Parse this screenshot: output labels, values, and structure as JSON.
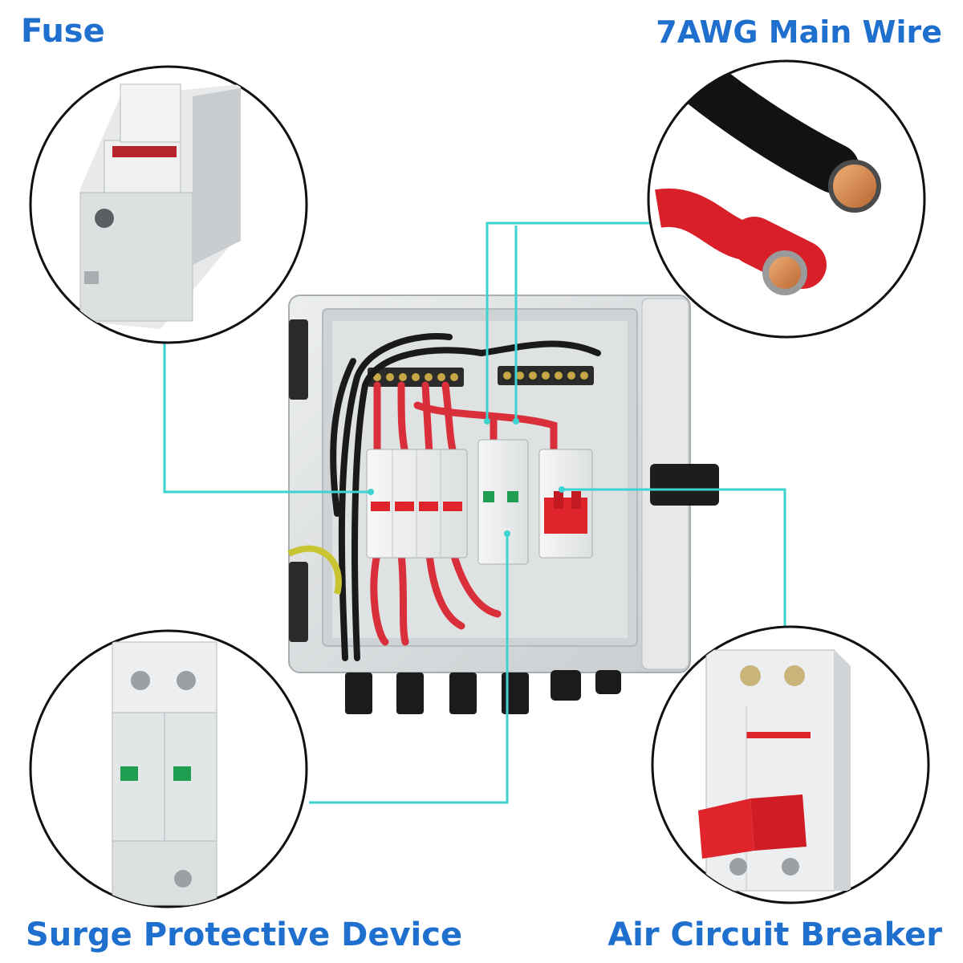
{
  "labels": {
    "fuse": "Fuse",
    "main_wire": "7AWG Main Wire",
    "surge": "Surge Protective Device",
    "breaker": "Air Circuit Breaker"
  },
  "colors": {
    "label_blue": "#1f6fcf",
    "callout_line": "#3dd3d0",
    "breaker_red": "#e0242c",
    "enclosure_grey": "#d9dcdd"
  },
  "icons": [
    "fuse-holder-icon",
    "wire-end-icon",
    "surge-protector-icon",
    "circuit-breaker-icon"
  ]
}
